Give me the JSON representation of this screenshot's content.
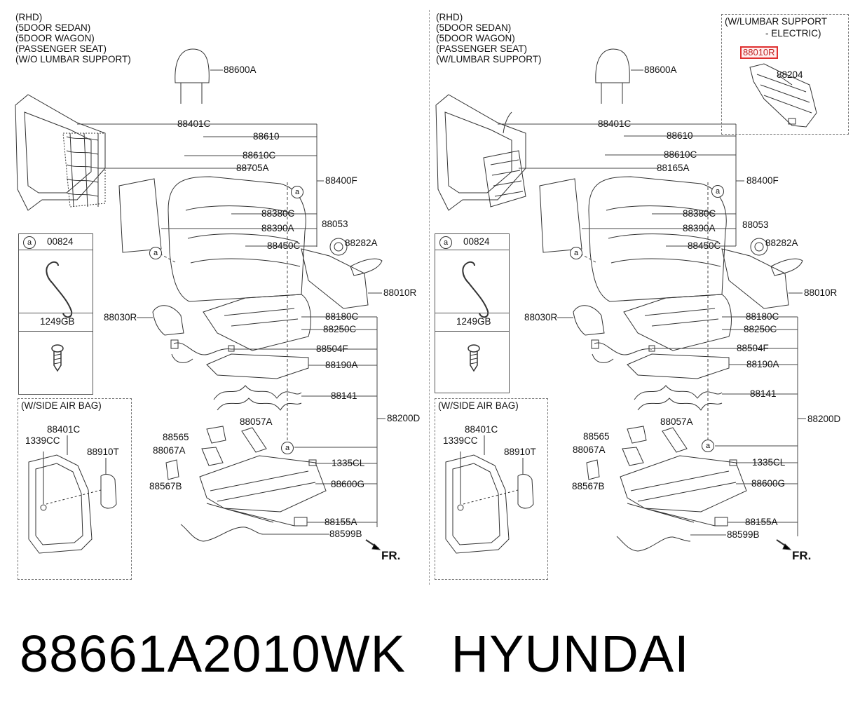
{
  "footer": {
    "part_number": "88661A2010WK",
    "brand": "HYUNDAI"
  },
  "left": {
    "conditions": [
      "(RHD)",
      "(5DOOR SEDAN)",
      "(5DOOR WAGON)",
      "(PASSENGER SEAT)",
      "(W/O LUMBAR SUPPORT)"
    ],
    "labels": {
      "headrest": "88600A",
      "back_frame": "88401C",
      "guide": "88610",
      "guide_c": "88610C",
      "lumbar_wire": "88705A",
      "back_assy": "88400F",
      "back_pad": "88380C",
      "back_cover": "88390A",
      "back_board": "88450C",
      "knob": "88053",
      "lever": "88282A",
      "side_shield": "88010R",
      "cushion_side": "88030R",
      "cushion_pad": "88180C",
      "cushion_cover": "88250C",
      "wiring": "88504F",
      "heater": "88190A",
      "spring": "88141",
      "bracket": "88057A",
      "cushion_assy": "88200D",
      "bracket_a": "88565",
      "bracket_b": "88067A",
      "bracket_c": "88567B",
      "clip": "1335CL",
      "track": "88600G",
      "switch": "88155A",
      "cable": "88599B"
    }
  },
  "right": {
    "conditions": [
      "(RHD)",
      "(5DOOR SEDAN)",
      "(5DOOR WAGON)",
      "(PASSENGER SEAT)",
      "(W/LUMBAR SUPPORT)"
    ],
    "labels": {
      "headrest": "88600A",
      "back_frame": "88401C",
      "guide": "88610",
      "guide_c": "88610C",
      "lumbar": "88165A",
      "back_assy": "88400F",
      "back_pad": "88380C",
      "back_cover": "88390A",
      "back_board": "88450C",
      "knob": "88053",
      "lever": "88282A",
      "side_shield": "88010R",
      "cushion_side": "88030R",
      "cushion_pad": "88180C",
      "cushion_cover": "88250C",
      "wiring": "88504F",
      "heater": "88190A",
      "spring": "88141",
      "bracket": "88057A",
      "cushion_assy": "88200D",
      "bracket_a": "88565",
      "bracket_b": "88067A",
      "bracket_c": "88567B",
      "clip": "1335CL",
      "track": "88600G",
      "switch": "88155A",
      "cable": "88599B"
    },
    "lumbar_box": {
      "title_1": "(W/LUMBAR SUPPORT",
      "title_2": "- ELECTRIC)",
      "part_highlight": "88010R",
      "part_2": "88204"
    }
  },
  "inset": {
    "marker": "a",
    "part_1": "00824",
    "part_2": "1249GB"
  },
  "airbag": {
    "title": "(W/SIDE AIR BAG)",
    "frame": "88401C",
    "bolt": "1339CC",
    "module": "88910T"
  },
  "direction": "FR.",
  "colors": {
    "highlight": "#e03030",
    "line": "#333333"
  }
}
